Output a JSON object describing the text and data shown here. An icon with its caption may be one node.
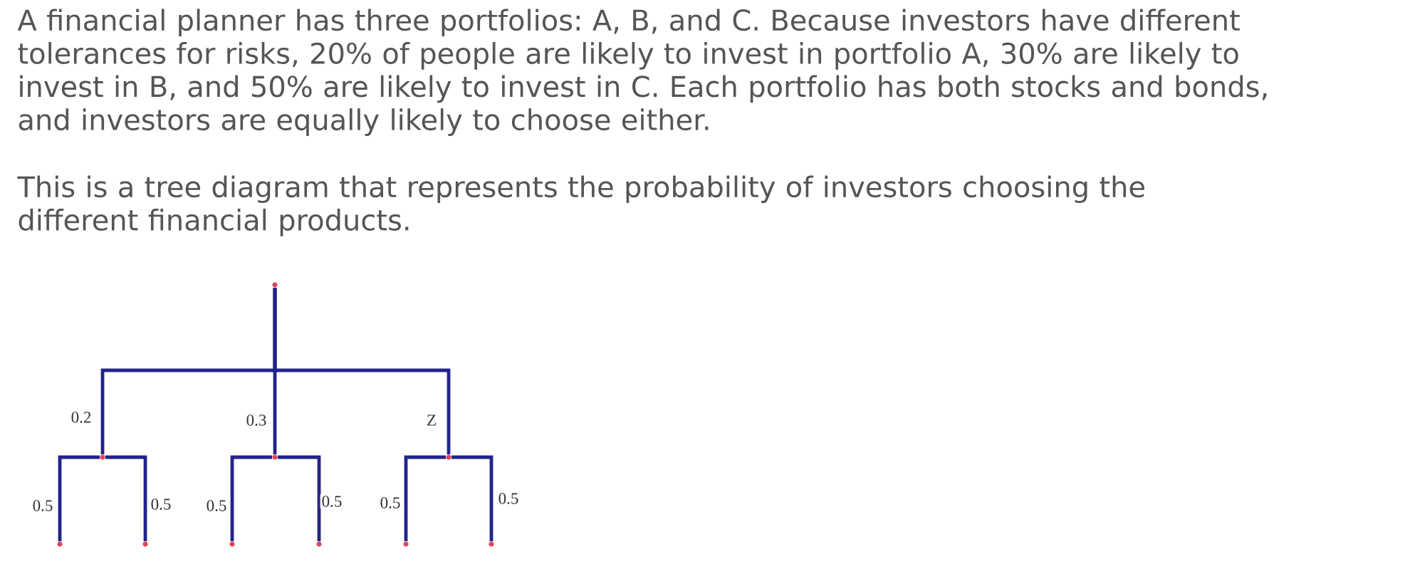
{
  "diagram": {
    "nodes": [
      {
        "text": [],
        "shape": "circle"
      },
      {
        "text": [],
        "shape": "circle"
      },
      {
        "text": [],
        "shape": "circle"
      },
      {
        "text": [],
        "shape": "circle"
      },
      {
        "text": [],
        "shape": "circle"
      },
      {
        "text": [],
        "shape": "circle"
      },
      {
        "text": [],
        "shape": "circle"
      },
      {
        "text": [],
        "shape": "circle"
      },
      {
        "text": [],
        "shape": "circle"
      },
      {
        "text": [],
        "shape": "circle"
      }
    ],
    "edges": [
      {
        "from": 0,
        "to": 1,
        "arrow": "none",
        "label": "0.2"
      },
      {
        "from": 0,
        "to": 2,
        "arrow": "none",
        "label": "0.3"
      },
      {
        "from": 0,
        "to": 3,
        "arrow": "none",
        "label": "Z"
      },
      {
        "from": 1,
        "to": 4,
        "arrow": "none",
        "label": "0.5"
      },
      {
        "from": 1,
        "to": 5,
        "arrow": "none",
        "label": "0.5"
      },
      {
        "from": 2,
        "to": 6,
        "arrow": "none",
        "label": "0.5"
      },
      {
        "from": 2,
        "to": 7,
        "arrow": "none",
        "label": "0.5"
      },
      {
        "from": 3,
        "to": 8,
        "arrow": "none",
        "label": "0.5"
      },
      {
        "from": 3,
        "to": 9,
        "arrow": "none",
        "label": "0.5"
      }
    ],
    "labels": [
      "A financial planner has three portfolios: A, B, and C. Because investors have different tolerances for risks, 20% of people are likely to invest in portfolio A, 30% are likely to invest in B, and 50% are likely to invest in C. Each portfolio has both stocks and bonds, and investors are equally likely to choose either.",
      "This is a tree diagram that represents the probability of investors choosing the different financial products."
    ]
  }
}
